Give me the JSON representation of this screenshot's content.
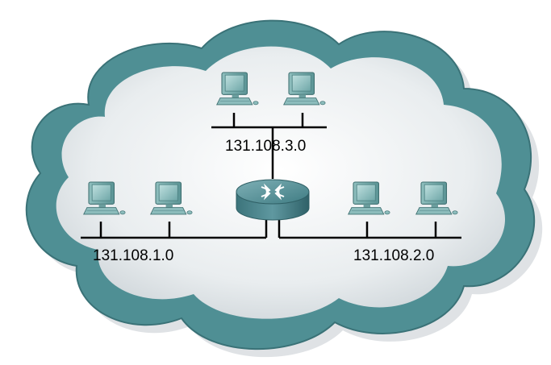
{
  "diagram": {
    "networks": [
      {
        "id": "net-3",
        "label": "131.108.3.0",
        "hosts": 2
      },
      {
        "id": "net-1",
        "label": "131.108.1.0",
        "hosts": 2
      },
      {
        "id": "net-2",
        "label": "131.108.2.0",
        "hosts": 2
      }
    ],
    "router": {
      "name": "router"
    },
    "colors": {
      "cloud_outer": "#4f8f94",
      "cloud_inner": "#eaeff1",
      "computer": "#7fb4b5",
      "router": "#4d8b92",
      "line": "#000000"
    }
  }
}
